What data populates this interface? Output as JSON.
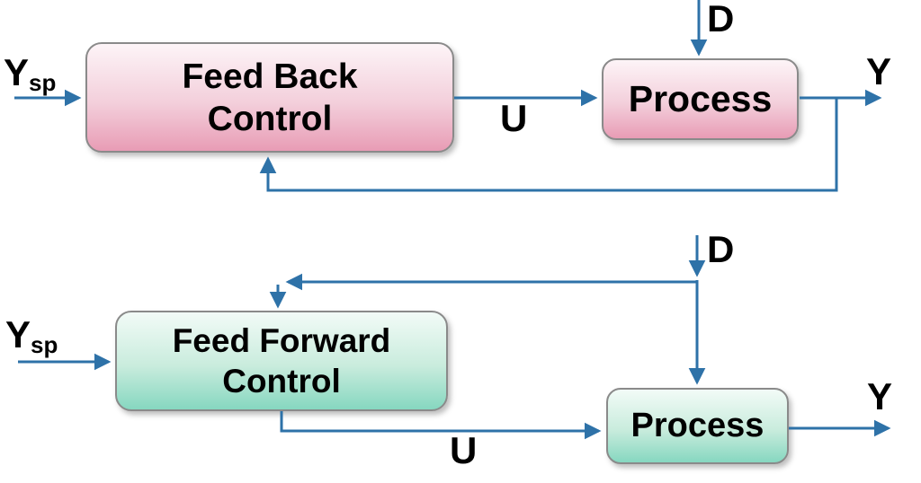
{
  "colors": {
    "line_blue": "#2e72a8",
    "pink_top": "#fdf4f7",
    "pink_mid": "#f3cfdb",
    "pink_bottom": "#e89cb5",
    "green_top": "#f2fbf7",
    "green_mid": "#c9ecdd",
    "green_bottom": "#86d7c0",
    "box_border": "#8a8a8a",
    "text": "#000000"
  },
  "top_diagram": {
    "setpoint": {
      "base": "Y",
      "sub": "sp"
    },
    "controller": {
      "line1": "Feed Back",
      "line2": "Control"
    },
    "process_label": "Process",
    "control_signal": "U",
    "disturbance": "D",
    "output": "Y"
  },
  "bottom_diagram": {
    "setpoint": {
      "base": "Y",
      "sub": "sp"
    },
    "controller": {
      "line1": "Feed Forward",
      "line2": "Control"
    },
    "process_label": "Process",
    "control_signal": "U",
    "disturbance": "D",
    "output": "Y"
  }
}
